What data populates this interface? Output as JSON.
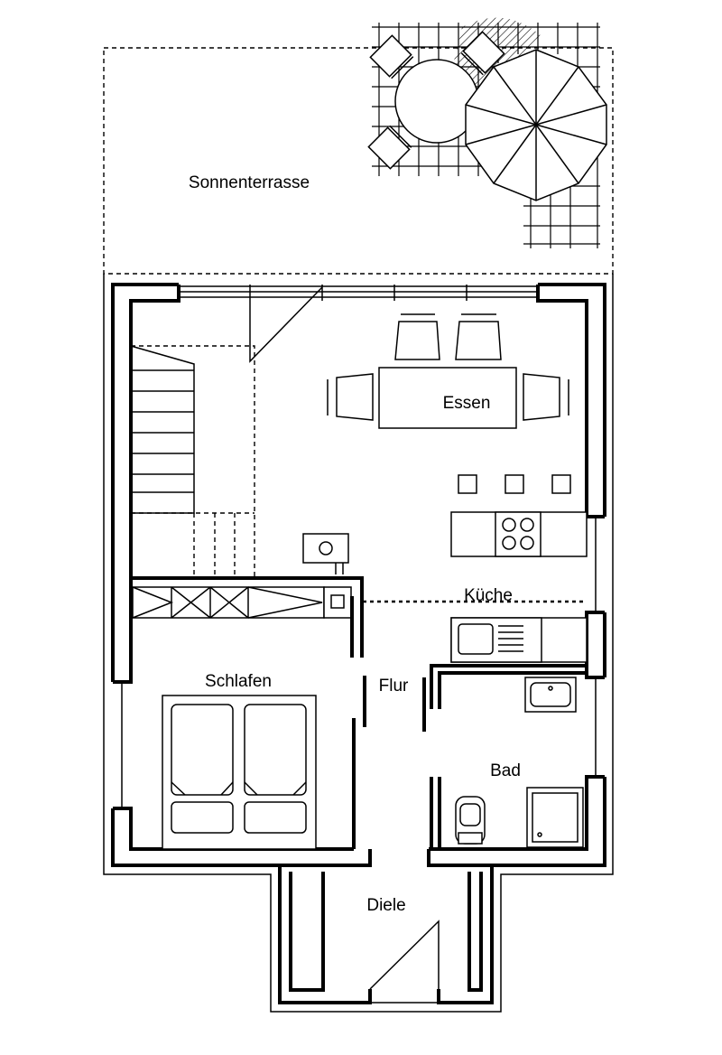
{
  "rooms": {
    "terrace": "Sonnenterrasse",
    "dining": "Essen",
    "kitchen": "Küche",
    "bedroom": "Schlafen",
    "hall": "Flur",
    "bath": "Bad",
    "entry": "Diele"
  }
}
